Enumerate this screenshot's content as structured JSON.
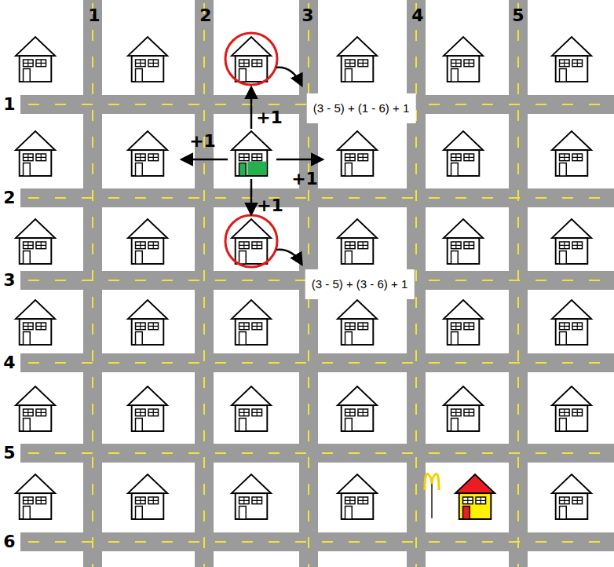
{
  "diagram": {
    "labels": [
      "1",
      "2",
      "3",
      "4",
      "5",
      "1",
      "+1",
      "(3 - 5) + (1 - 6) + 1",
      "+1",
      "+1",
      "2",
      "+1",
      "(3 - 5) + (3 - 6) + 1",
      "3",
      "4",
      "5",
      "6"
    ]
  }
}
